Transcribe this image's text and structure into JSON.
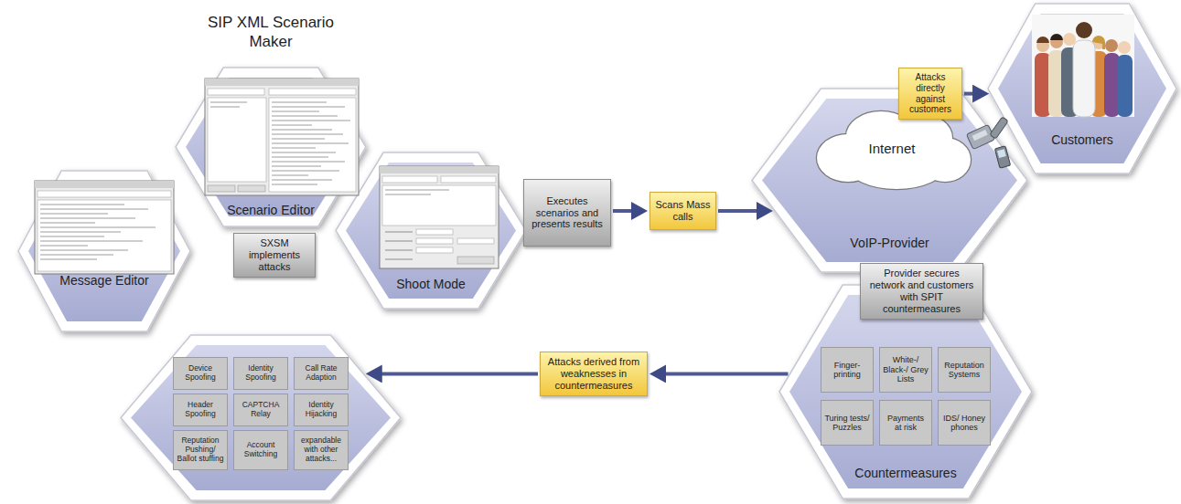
{
  "diagram": {
    "title": "SIP XML Scenario Maker",
    "nodes": [
      {
        "text": [
          "Message Editor"
        ]
      },
      {
        "text": [
          "Scenario Editor"
        ]
      },
      {
        "text": [
          "SXSM implements attacks"
        ]
      },
      {
        "text": [
          "Shoot Mode"
        ]
      },
      {
        "text": [
          "Executes scenarios and presents results"
        ]
      },
      {
        "text": [
          "Scans Mass calls"
        ]
      },
      {
        "text": [
          "VoIP-Provider"
        ]
      },
      {
        "text": [
          "Internet"
        ],
        "in": 6
      },
      {
        "text": [
          "Attacks directly against customers"
        ]
      },
      {
        "text": [
          "Customers"
        ]
      },
      {
        "text": [
          "Provider secures network and customers with SPIT countermeasures"
        ]
      },
      {
        "text": [
          "Countermeasures"
        ]
      },
      {
        "text": [
          "Finger- printing"
        ],
        "in": 11
      },
      {
        "text": [
          "White-/ Black-/ Grey Lists"
        ],
        "in": 11
      },
      {
        "text": [
          "Reputation Systems"
        ],
        "in": 11
      },
      {
        "text": [
          "Turing tests/ Puzzles"
        ],
        "in": 11
      },
      {
        "text": [
          "Payments at risk"
        ],
        "in": 11
      },
      {
        "text": [
          "IDS/ Honey phones"
        ],
        "in": 11
      },
      {
        "text": [
          "Attacks derived from weaknesses in countermeasures"
        ]
      },
      {
        "text": []
      },
      {
        "text": [
          "Device Spoofing"
        ],
        "in": 19
      },
      {
        "text": [
          "Identity Spoofing"
        ],
        "in": 19
      },
      {
        "text": [
          "Call Rate Adaption"
        ],
        "in": 19
      },
      {
        "text": [
          "Header Spoofing"
        ],
        "in": 19
      },
      {
        "text": [
          "CAPTCHA Relay"
        ],
        "in": 19
      },
      {
        "text": [
          "Identity Hijacking"
        ],
        "in": 19
      },
      {
        "text": [
          "Reputation Pushing/ Ballot stuffing"
        ],
        "in": 19
      },
      {
        "text": [
          "Account Switching"
        ],
        "in": 19
      },
      {
        "text": [
          "expandable with other attacks..."
        ],
        "in": 19
      }
    ],
    "edges": [
      {
        "from": 4,
        "to": 5,
        "arrow": "to"
      },
      {
        "from": 5,
        "to": 6,
        "arrow": "to"
      },
      {
        "from": 8,
        "to": 9,
        "arrow": "to"
      },
      {
        "from": 11,
        "to": 18,
        "arrow": "to"
      },
      {
        "from": 18,
        "to": 19,
        "arrow": "to"
      }
    ]
  }
}
